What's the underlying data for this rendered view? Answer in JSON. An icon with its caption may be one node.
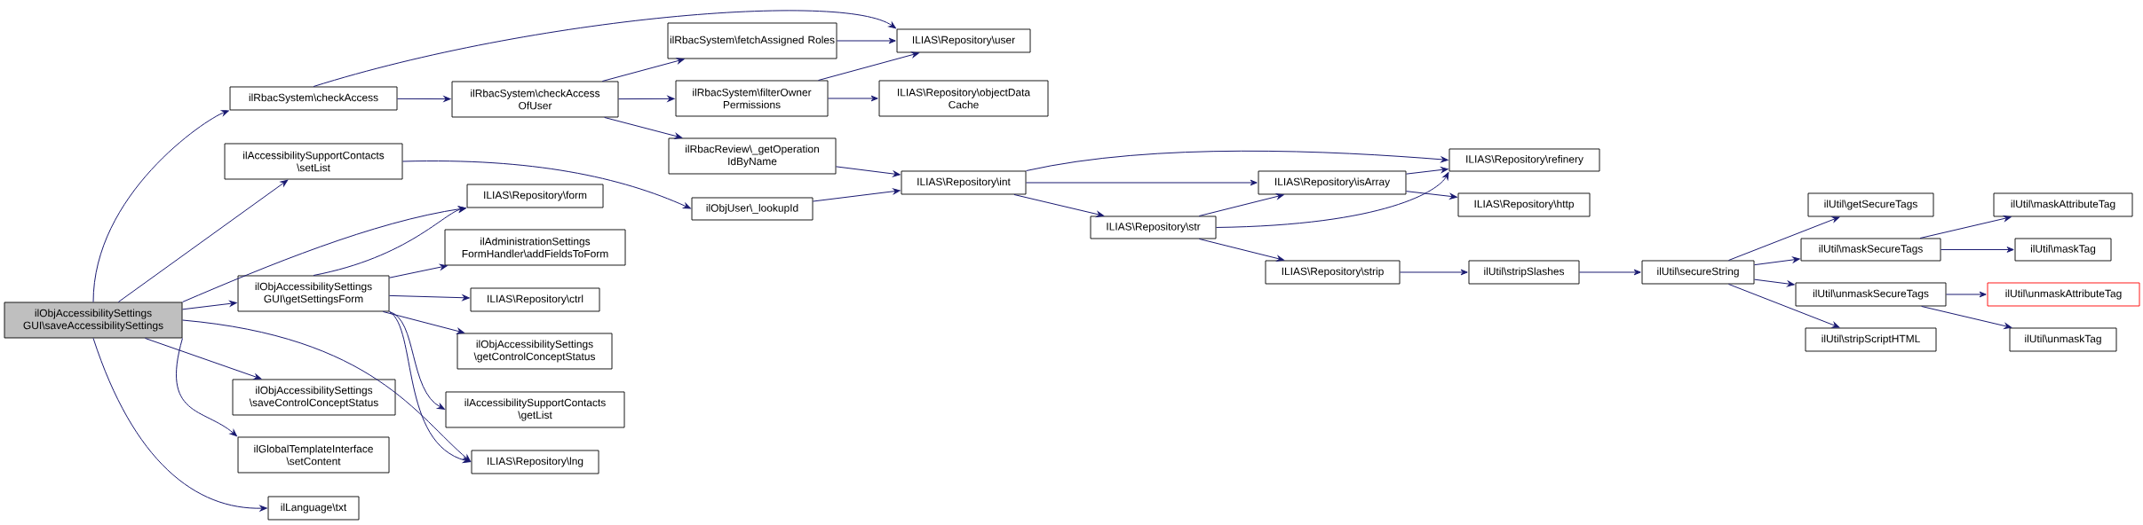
{
  "diagram": {
    "nodes": [
      {
        "text": [
          "ilObjAccessibilitySettings GUI\\saveAccessibilitySettings"
        ]
      },
      {
        "text": [
          "ilRbacSystem\\checkAccess"
        ]
      },
      {
        "text": [
          "ilAccessibilitySupportContacts \\setList"
        ]
      },
      {
        "text": [
          "ilObjAccessibilitySettings GUI\\getSettingsForm"
        ]
      },
      {
        "text": [
          "ilObjAccessibilitySettings \\saveControlConceptStatus"
        ]
      },
      {
        "text": [
          "ilGlobalTemplateInterface \\setContent"
        ]
      },
      {
        "text": [
          "ilLanguage\\txt"
        ]
      },
      {
        "text": [
          "ilRbacSystem\\checkAccess OfUser"
        ]
      },
      {
        "text": [
          "ILIAS\\Repository\\form"
        ]
      },
      {
        "text": [
          "ilAdministrationSettings FormHandler\\addFieldsToForm"
        ]
      },
      {
        "text": [
          "ILIAS\\Repository\\ctrl"
        ]
      },
      {
        "text": [
          "ilObjAccessibilitySettings \\getControlConceptStatus"
        ]
      },
      {
        "text": [
          "ilAccessibilitySupportContacts \\getList"
        ]
      },
      {
        "text": [
          "ILIAS\\Repository\\lng"
        ]
      },
      {
        "text": [
          "ilRbacSystem\\fetchAssigned Roles"
        ]
      },
      {
        "text": [
          "ilRbacSystem\\filterOwner Permissions"
        ]
      },
      {
        "text": [
          "ilRbacReview\\_getOperation IdByName"
        ]
      },
      {
        "text": [
          "ilObjUser\\_lookupId"
        ]
      },
      {
        "text": [
          "ILIAS\\Repository\\user"
        ]
      },
      {
        "text": [
          "ILIAS\\Repository\\objectData Cache"
        ]
      },
      {
        "text": [
          "ILIAS\\Repository\\int"
        ]
      },
      {
        "text": [
          "ILIAS\\Repository\\str"
        ]
      },
      {
        "text": [
          "ILIAS\\Repository\\isArray"
        ]
      },
      {
        "text": [
          "ILIAS\\Repository\\strip"
        ]
      },
      {
        "text": [
          "ILIAS\\Repository\\refinery"
        ]
      },
      {
        "text": [
          "ILIAS\\Repository\\http"
        ]
      },
      {
        "text": [
          "ilUtil\\stripSlashes"
        ]
      },
      {
        "text": [
          "ilUtil\\secureString"
        ]
      },
      {
        "text": [
          "ilUtil\\getSecureTags"
        ]
      },
      {
        "text": [
          "ilUtil\\maskSecureTags"
        ]
      },
      {
        "text": [
          "ilUtil\\unmaskSecureTags"
        ]
      },
      {
        "text": [
          "ilUtil\\stripScriptHTML"
        ]
      },
      {
        "text": [
          "ilUtil\\maskAttributeTag"
        ]
      },
      {
        "text": [
          "ilUtil\\maskTag"
        ]
      },
      {
        "text": [
          "ilUtil\\unmaskAttributeTag"
        ]
      },
      {
        "text": [
          "ilUtil\\unmaskTag"
        ]
      }
    ],
    "edges": [
      {
        "from": 0,
        "to": 1,
        "arrow": "to"
      },
      {
        "from": 0,
        "to": 2,
        "arrow": "to"
      },
      {
        "from": 0,
        "to": 8,
        "arrow": "to"
      },
      {
        "from": 0,
        "to": 3,
        "arrow": "to"
      },
      {
        "from": 0,
        "to": 13,
        "arrow": "to"
      },
      {
        "from": 0,
        "to": 4,
        "arrow": "to"
      },
      {
        "from": 0,
        "to": 5,
        "arrow": "to"
      },
      {
        "from": 0,
        "to": 6,
        "arrow": "to"
      },
      {
        "from": 1,
        "to": 18,
        "arrow": "to"
      },
      {
        "from": 1,
        "to": 7,
        "arrow": "to"
      },
      {
        "from": 7,
        "to": 14,
        "arrow": "to"
      },
      {
        "from": 7,
        "to": 15,
        "arrow": "to"
      },
      {
        "from": 7,
        "to": 16,
        "arrow": "to"
      },
      {
        "from": 14,
        "to": 18,
        "arrow": "to"
      },
      {
        "from": 15,
        "to": 18,
        "arrow": "to"
      },
      {
        "from": 15,
        "to": 19,
        "arrow": "to"
      },
      {
        "from": 16,
        "to": 20,
        "arrow": "to"
      },
      {
        "from": 2,
        "to": 17,
        "arrow": "to"
      },
      {
        "from": 17,
        "to": 20,
        "arrow": "to"
      },
      {
        "from": 20,
        "to": 24,
        "arrow": "to"
      },
      {
        "from": 20,
        "to": 22,
        "arrow": "to"
      },
      {
        "from": 20,
        "to": 21,
        "arrow": "to"
      },
      {
        "from": 22,
        "to": 24,
        "arrow": "to"
      },
      {
        "from": 22,
        "to": 25,
        "arrow": "to"
      },
      {
        "from": 21,
        "to": 22,
        "arrow": "to"
      },
      {
        "from": 21,
        "to": 24,
        "arrow": "to"
      },
      {
        "from": 21,
        "to": 23,
        "arrow": "to"
      },
      {
        "from": 23,
        "to": 26,
        "arrow": "to"
      },
      {
        "from": 26,
        "to": 27,
        "arrow": "to"
      },
      {
        "from": 27,
        "to": 28,
        "arrow": "to"
      },
      {
        "from": 27,
        "to": 29,
        "arrow": "to"
      },
      {
        "from": 27,
        "to": 30,
        "arrow": "to"
      },
      {
        "from": 27,
        "to": 31,
        "arrow": "to"
      },
      {
        "from": 29,
        "to": 32,
        "arrow": "to"
      },
      {
        "from": 29,
        "to": 33,
        "arrow": "to"
      },
      {
        "from": 30,
        "to": 34,
        "arrow": "to"
      },
      {
        "from": 30,
        "to": 35,
        "arrow": "to"
      },
      {
        "from": 3,
        "to": 8,
        "arrow": "to"
      },
      {
        "from": 3,
        "to": 9,
        "arrow": "to"
      },
      {
        "from": 3,
        "to": 10,
        "arrow": "to"
      },
      {
        "from": 3,
        "to": 11,
        "arrow": "to"
      },
      {
        "from": 3,
        "to": 12,
        "arrow": "to"
      },
      {
        "from": 3,
        "to": 13,
        "arrow": "to"
      }
    ]
  }
}
